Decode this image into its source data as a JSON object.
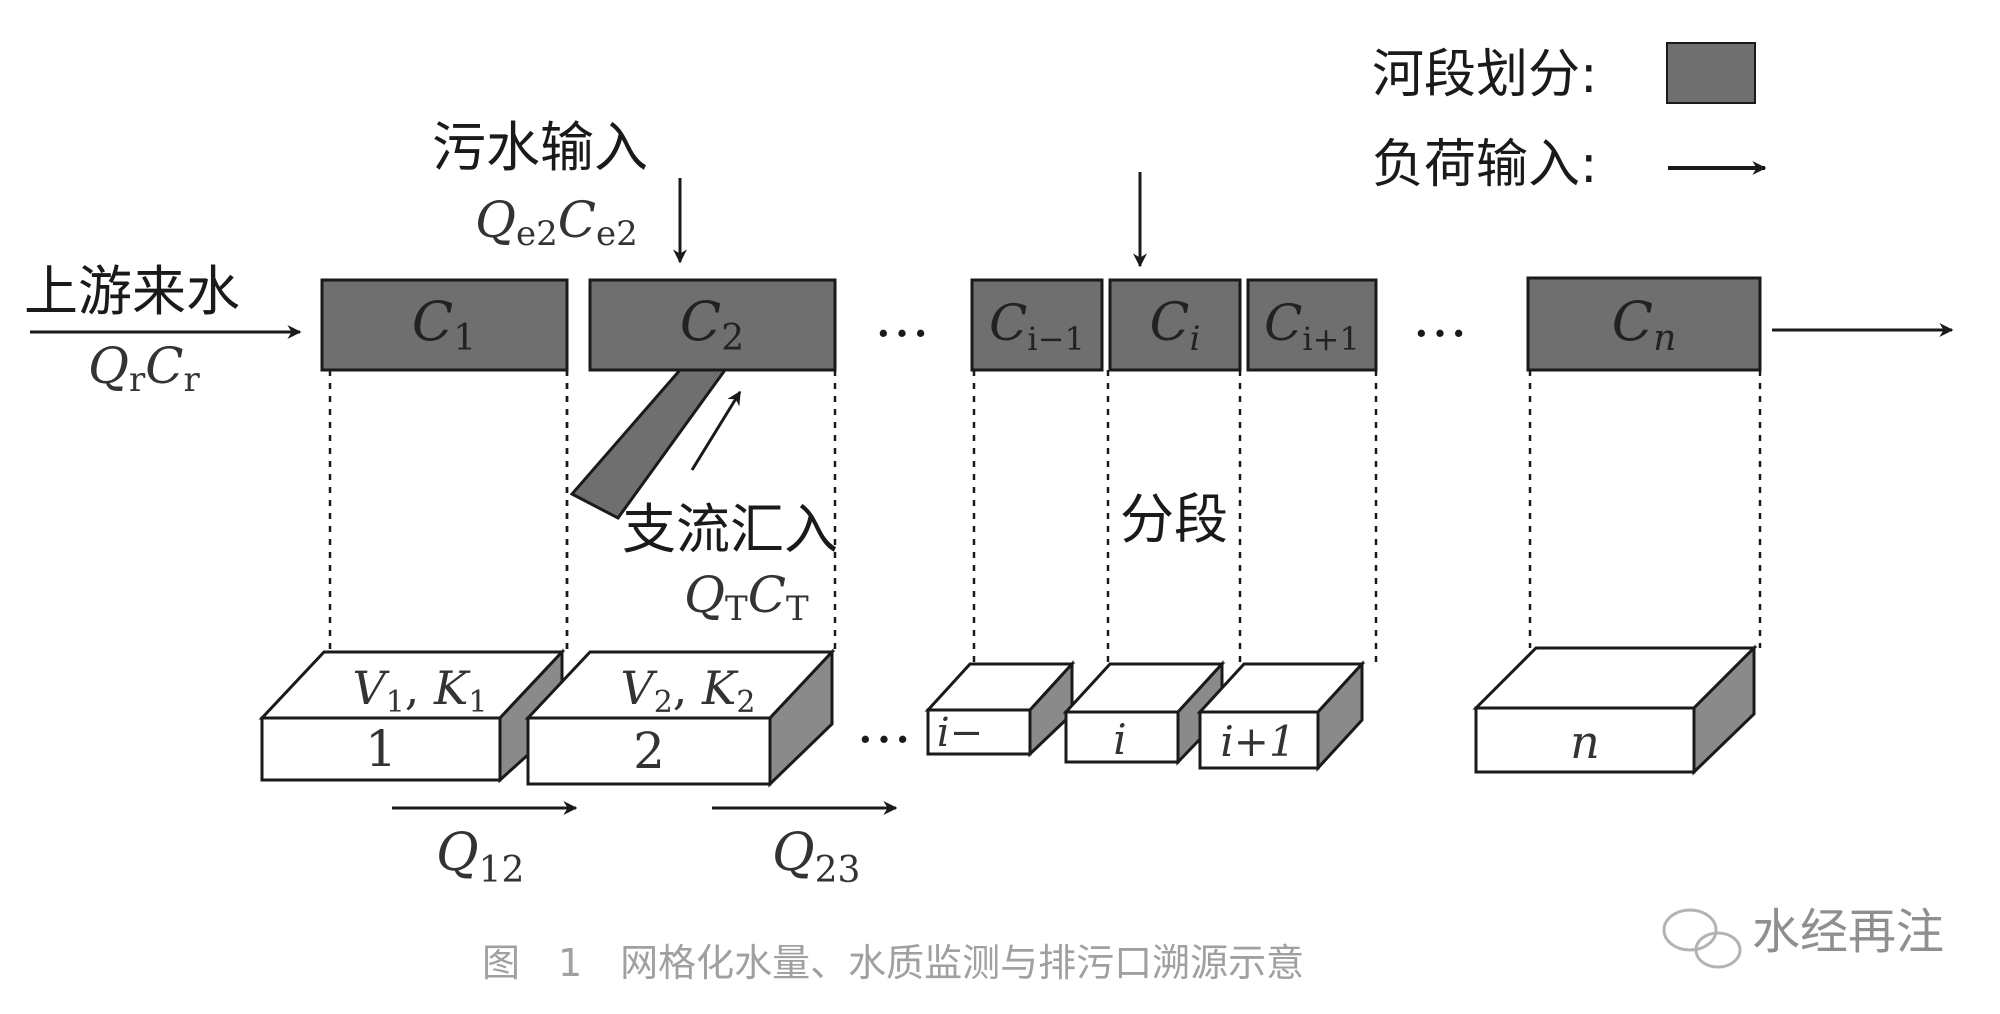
{
  "legend": {
    "segment_label": "河段划分:",
    "load_label": "负荷输入:",
    "segment_color": "#6f6f6f"
  },
  "inputs": {
    "upstream": {
      "label": "上游来水",
      "Q": "Q",
      "Q_sub": "r",
      "C": "C",
      "C_sub": "r"
    },
    "sewage": {
      "label": "污水输入",
      "Q": "Q",
      "Q_sub": "e2",
      "C": "C",
      "C_sub": "e2"
    },
    "tributary": {
      "label": "支流汇入",
      "Q": "Q",
      "Q_sub": "T",
      "C": "C",
      "C_sub": "T"
    }
  },
  "segments": [
    {
      "main": "C",
      "sub": "1"
    },
    {
      "main": "C",
      "sub": "2"
    },
    {
      "main": "C",
      "sub": "i−1"
    },
    {
      "main": "C",
      "sub": "i"
    },
    {
      "main": "C",
      "sub": "i+1"
    },
    {
      "main": "C",
      "sub": "n"
    }
  ],
  "ellipsis": "…",
  "division_label": "分段",
  "cells": [
    {
      "top_v": "V",
      "top_v_sub": "1",
      "top_k": "K",
      "top_k_sub": "1",
      "front": "1"
    },
    {
      "top_v": "V",
      "top_v_sub": "2",
      "top_k": "K",
      "top_k_sub": "2",
      "front": "2"
    },
    {
      "front": "i−"
    },
    {
      "front": "i"
    },
    {
      "front": "i+1"
    },
    {
      "front": "n"
    }
  ],
  "flows": [
    {
      "Q": "Q",
      "sub": "12"
    },
    {
      "Q": "Q",
      "sub": "23"
    }
  ],
  "caption": "图　1　网格化水量、水质监测与排污口溯源示意",
  "watermark": "水经再注",
  "colors": {
    "line": "#1a1a1a",
    "fill_dark": "#6f6f6f",
    "caption": "#a0a0a0"
  }
}
